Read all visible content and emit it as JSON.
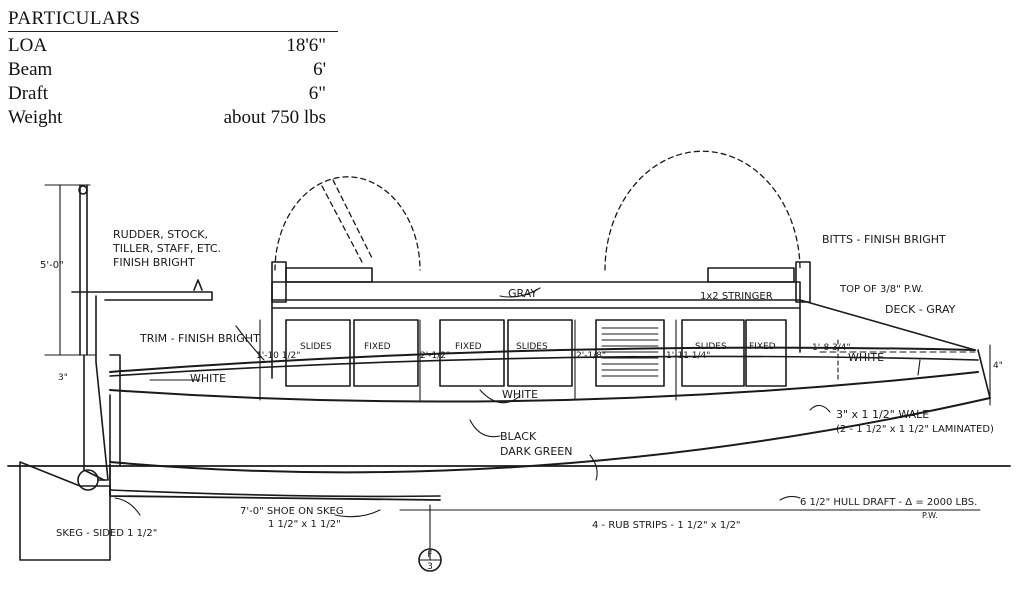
{
  "particulars": {
    "title": "PARTICULARS",
    "rows": [
      {
        "label": "LOA",
        "value": "18'6\""
      },
      {
        "label": "Beam",
        "value": "6'"
      },
      {
        "label": "Draft",
        "value": "6\""
      },
      {
        "label": "Weight",
        "value": "about 750 lbs"
      }
    ]
  },
  "drawing": {
    "ink_color": "#1a1a1a",
    "labels": {
      "rudder_line1": "RUDDER, STOCK,",
      "rudder_line2": "TILLER, STAFF, ETC.",
      "rudder_line3": "FINISH BRIGHT",
      "bitts": "BITTS - FINISH BRIGHT",
      "gray_top": "GRAY",
      "stringer": "1x2 STRINGER",
      "top_pw": "TOP OF 3/8\" P.W.",
      "deck_gray": "DECK - GRAY",
      "trim": "TRIM - FINISH BRIGHT",
      "white_left": "WHITE",
      "white_mid": "WHITE",
      "white_right": "WHITE",
      "slides1": "SLIDES",
      "fixed1": "FIXED",
      "fixed2": "FIXED",
      "slides2": "SLIDES",
      "slides3": "SLIDES",
      "fixed3": "FIXED",
      "wale_line1": "3\" x 1 1/2\" WALE",
      "wale_line2": "(2 - 1 1/2\" x 1 1/2\" LAMINATED)",
      "black": "BLACK",
      "dark_green": "DARK GREEN",
      "shoe_line1": "7'-0\" SHOE ON SKEG",
      "shoe_line2": "1 1/2\" x 1 1/2\"",
      "skeg": "SKEG - SIDED 1 1/2\"",
      "rub_strips": "4 - RUB STRIPS - 1 1/2\" x 1/2\"",
      "hull_draft": "6 1/2\" HULL DRAFT - Δ = 2000 LBS.",
      "pw": "P.W.",
      "dim_50": "5'-0\"",
      "dim_3": "3\"",
      "dim_4": "4\"",
      "dim_110": "1'-10 1/2\"",
      "dim_21": "2'-1/2\"",
      "dim_218": "2'-1/8\"",
      "dim_111": "1'-11 1/4\"",
      "dim_18": "1'-8 3/4\"",
      "section_letter": "F",
      "section_number": "3"
    }
  }
}
